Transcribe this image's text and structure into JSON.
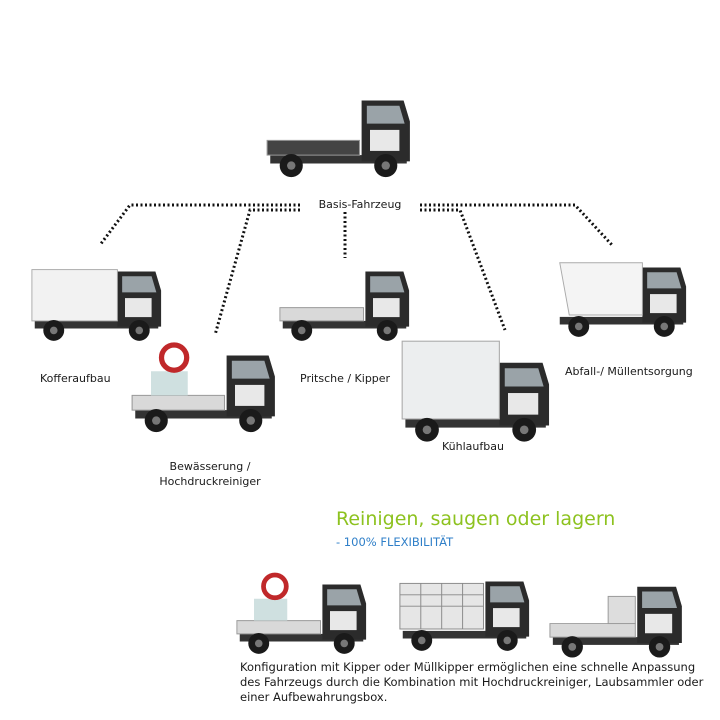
{
  "base_label": "Basis-Fahrzeug",
  "variants": [
    {
      "label": "Kofferaufbau",
      "body": "box"
    },
    {
      "label": "Bewässerung / Hochdruckreiniger",
      "line1": "Bewässerung /",
      "line2": "Hochdruckreiniger",
      "body": "washer"
    },
    {
      "label": "Pritsche / Kipper",
      "body": "flatbed"
    },
    {
      "label": "Kühlaufbau",
      "body": "reefer"
    },
    {
      "label": "Abfall-/ Müllentsorgung",
      "body": "waste"
    }
  ],
  "headline": "Reinigen, saugen oder lagern",
  "subheadline": "- 100% FLEXIBILITÄT",
  "description": "Konfiguration mit Kipper oder Müllkipper ermöglichen eine schnelle Anpassung des Fahrzeugs durch die Kombination mit Hochdruckreiniger, Laubsammler oder einer Aufbewahrungsbox.",
  "colors": {
    "headline": "#8dc21f",
    "subheadline": "#2f7fc8",
    "cab": "#2b2b2b",
    "body": "#d9d9d9",
    "connector": "#111111"
  }
}
